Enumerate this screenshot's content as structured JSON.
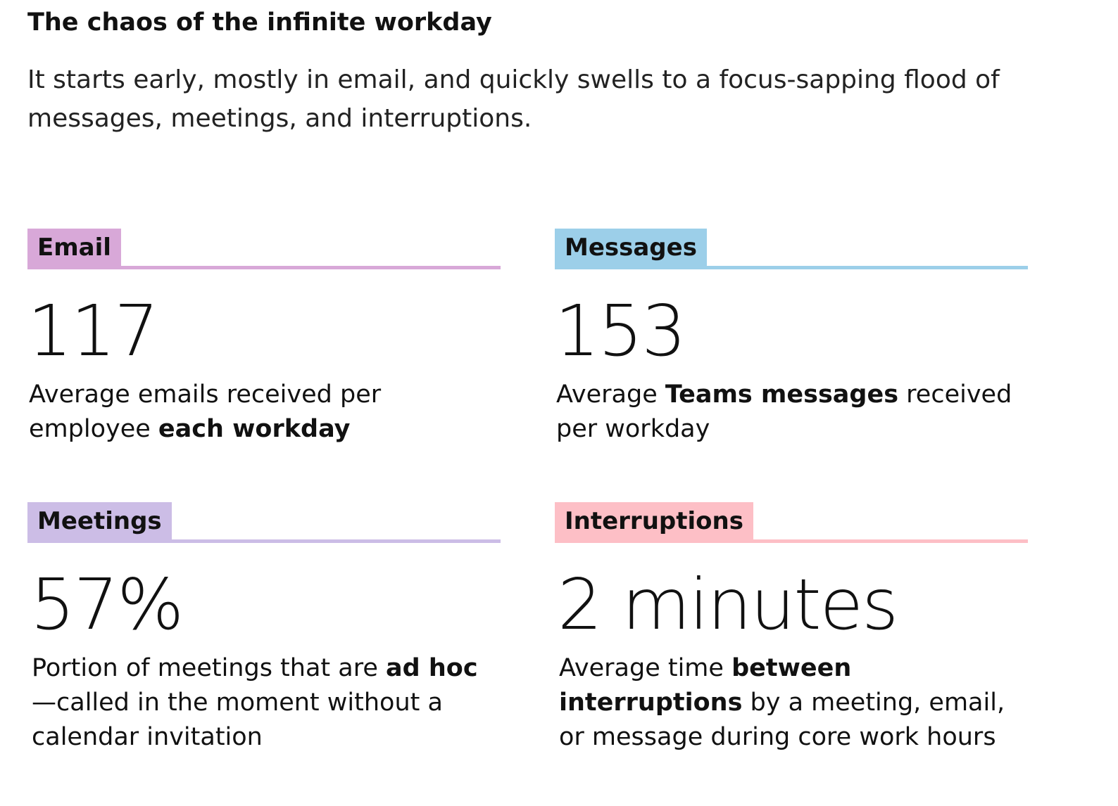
{
  "header": {
    "title": "The chaos of the infinite workday",
    "subtitle": "It starts early, mostly in email, and quickly swells to a focus-sapping flood of messages, meetings, and interruptions."
  },
  "cards": [
    {
      "tag": "Email",
      "color": "#d8a8d8",
      "value": "117",
      "desc_plain": "Average emails received per employee ",
      "desc_bold": "each workday",
      "desc_tail": ""
    },
    {
      "tag": "Messages",
      "color": "#9ccfe9",
      "value": "153",
      "desc_plain": "Average ",
      "desc_bold": "Teams messages",
      "desc_tail": " received per workday"
    },
    {
      "tag": "Meetings",
      "color": "#ccbde6",
      "value": "57%",
      "desc_plain": "Portion of meetings that are ",
      "desc_bold": "ad hoc",
      "desc_tail": "—called in the moment without a calendar invitation"
    },
    {
      "tag": "Interruptions",
      "color": "#fdbfc6",
      "value": "2 minutes",
      "desc_plain": "Average time ",
      "desc_bold": "between interruptions",
      "desc_tail": " by a meeting, email, or message during core work hours"
    }
  ]
}
